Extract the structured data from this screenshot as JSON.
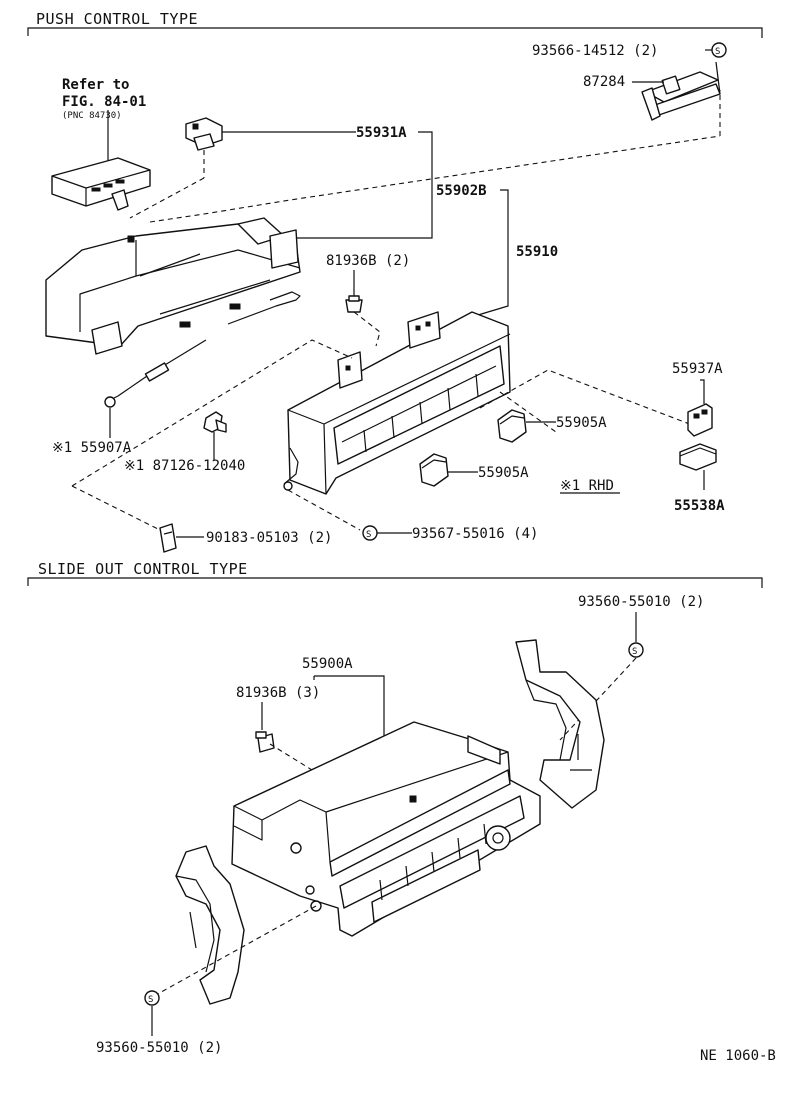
{
  "sections": {
    "push_title": "PUSH CONTROL TYPE",
    "slide_title": "SLIDE OUT CONTROL TYPE"
  },
  "refer": {
    "line1": "Refer to",
    "line2": "FIG. 84-01",
    "line3": "(PNC 84730)"
  },
  "push_labels": {
    "p93566": "93566-14512 (2)",
    "p87284": "87284",
    "p55931A": "55931A",
    "p55902B": "55902B",
    "p81936B_2": "81936B (2)",
    "p55910": "55910",
    "p55937A": "55937A",
    "p55905A_1": "55905A",
    "p55905A_2": "55905A",
    "p55907A": "※1  55907A",
    "p87126": "※1  87126-12040",
    "p90183": "90183-05103 (2)",
    "p93567": "93567-55016 (4)",
    "rhd": "※1 RHD",
    "p55538A": "55538A"
  },
  "slide_labels": {
    "p93560_top": "93560-55010 (2)",
    "p55900A": "55900A",
    "p81936B_3": "81936B (3)",
    "p93560_bottom": "93560-55010 (2)"
  },
  "screw_symbol": "S",
  "figure_code": "NE 1060-B"
}
